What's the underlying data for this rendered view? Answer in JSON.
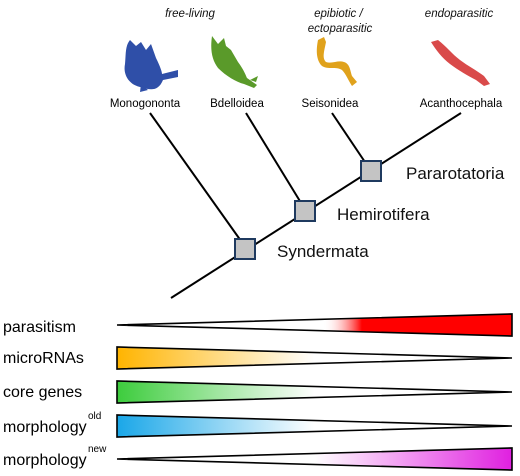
{
  "lifestyles": [
    {
      "lines": [
        "free-living"
      ]
    },
    {
      "lines": [
        "epibiotic /",
        "ectoparasitic"
      ]
    },
    {
      "lines": [
        "endoparasitic"
      ]
    }
  ],
  "taxa": [
    {
      "name": "Monogononta",
      "icon": "monogononta-rotifer-icon",
      "color": "#2f4fa8"
    },
    {
      "name": "Bdelloidea",
      "icon": "bdelloidea-rotifer-icon",
      "color": "#5a9a2a"
    },
    {
      "name": "Seisonidea",
      "icon": "seisonidea-rotifer-icon",
      "color": "#e0a21c"
    },
    {
      "name": "Acanthocephala",
      "icon": "acanthocephala-worm-icon",
      "color": "#d94a4a"
    }
  ],
  "clades": [
    {
      "name": "Syndermata"
    },
    {
      "name": "Hemirotifera"
    },
    {
      "name": "Pararotatoria"
    }
  ],
  "tracks": [
    {
      "label": "parasitism",
      "superscript": "",
      "direction": "increasing",
      "color": "#ff0000"
    },
    {
      "label": "microRNAs",
      "superscript": "",
      "direction": "decreasing",
      "color": "#ffb400"
    },
    {
      "label": "core genes",
      "superscript": "",
      "direction": "decreasing",
      "color": "#3dcc3d"
    },
    {
      "label": "morphology",
      "superscript": "old",
      "direction": "decreasing",
      "color": "#1aa7e8"
    },
    {
      "label": "morphology",
      "superscript": "new",
      "direction": "increasing",
      "color": "#e020e0"
    }
  ],
  "colors": {
    "node_fill": "#c4c4c4",
    "node_stroke": "#1f3a5f",
    "line": "#000000"
  }
}
